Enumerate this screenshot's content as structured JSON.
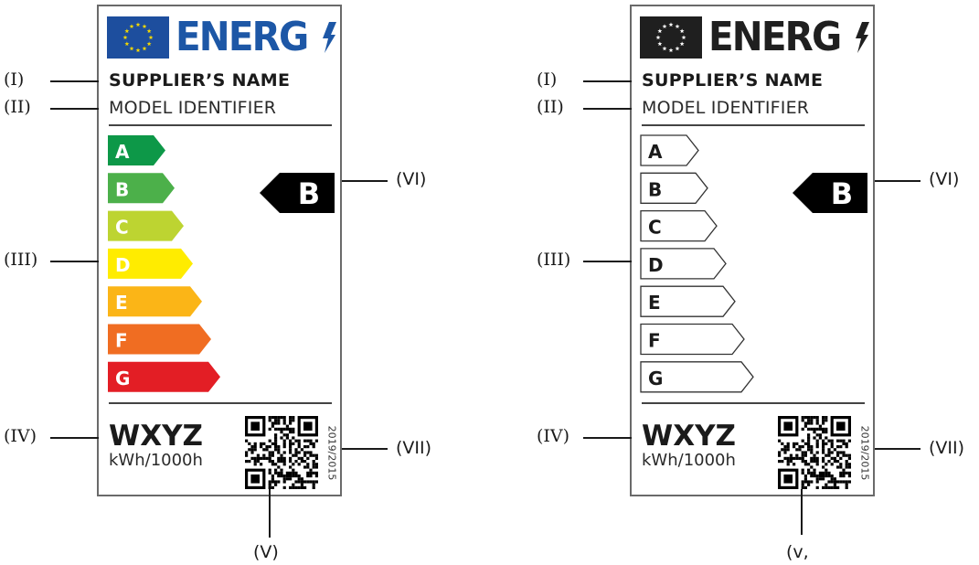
{
  "labels": [
    {
      "id": "left",
      "variant": "colour",
      "logo": {
        "text": "ENERG",
        "flag_color": "#1d4e9e",
        "star_color": "#f5d800",
        "text_color": "#1d57a6"
      },
      "supplier_name": "SUPPLIER’S NAME",
      "model_identifier": "MODEL IDENTIFIER",
      "classes": [
        {
          "letter": "A",
          "color": "#0d9848"
        },
        {
          "letter": "B",
          "color": "#4cb04a"
        },
        {
          "letter": "C",
          "color": "#bdd431"
        },
        {
          "letter": "D",
          "color": "#ffec00"
        },
        {
          "letter": "E",
          "color": "#fbb517"
        },
        {
          "letter": "F",
          "color": "#f06d22"
        },
        {
          "letter": "G",
          "color": "#e31e25"
        }
      ],
      "rating": "B",
      "consumption_value": "WXYZ",
      "consumption_unit": "kWh/1000h",
      "regulation": "2019/2015",
      "callouts": {
        "I": "(I)",
        "II": "(II)",
        "III": "(III)",
        "IV": "(IV)",
        "V": "(V)",
        "VI": "(VI)",
        "VII": "(VII)"
      }
    },
    {
      "id": "right",
      "variant": "monochrome",
      "logo": {
        "text": "ENERG",
        "flag_color": "#1f1f1f",
        "star_color": "#ffffff",
        "text_color": "#1f1f1f"
      },
      "supplier_name": "SUPPLIER’S NAME",
      "model_identifier": "MODEL IDENTIFIER",
      "classes": [
        {
          "letter": "A",
          "color": "#ffffff"
        },
        {
          "letter": "B",
          "color": "#ffffff"
        },
        {
          "letter": "C",
          "color": "#ffffff"
        },
        {
          "letter": "D",
          "color": "#ffffff"
        },
        {
          "letter": "E",
          "color": "#ffffff"
        },
        {
          "letter": "F",
          "color": "#ffffff"
        },
        {
          "letter": "G",
          "color": "#ffffff"
        }
      ],
      "rating": "B",
      "consumption_value": "WXYZ",
      "consumption_unit": "kWh/1000h",
      "regulation": "2019/2015",
      "callouts": {
        "I": "(I)",
        "II": "(II)",
        "III": "(III)",
        "IV": "(IV)",
        "V": "(ᴠ,",
        "VI": "(VI)",
        "VII": "(VII)"
      }
    }
  ]
}
